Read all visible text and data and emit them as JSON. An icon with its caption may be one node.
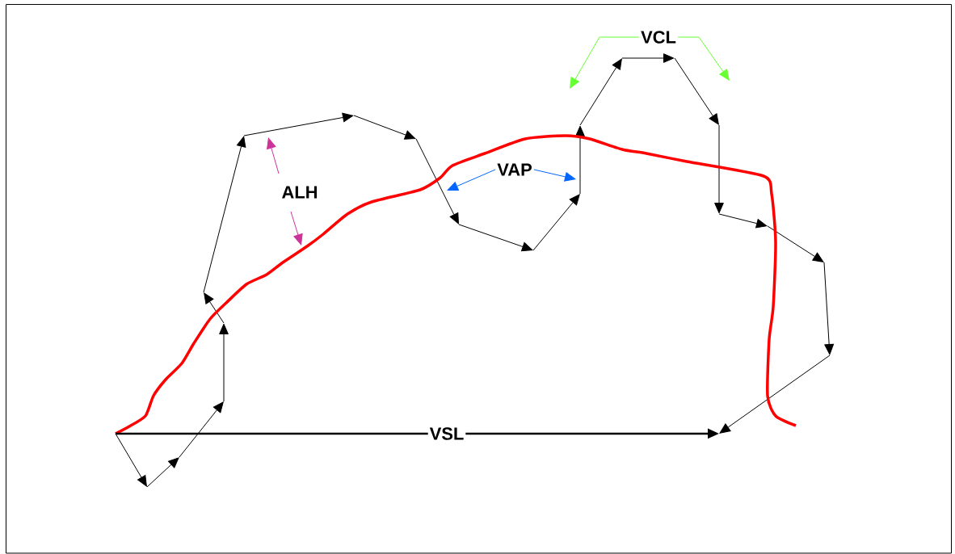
{
  "diagram": {
    "nodes": [
      {
        "text": [
          "VCL"
        ]
      },
      {
        "text": [
          "VAP"
        ]
      }
    ],
    "edges": [
      {
        "from": 0,
        "to": null,
        "arrow": "to",
        "color": "#66ff33"
      },
      {
        "from": 0,
        "to": null,
        "arrow": "to",
        "color": "#66ff33"
      },
      {
        "from": 1,
        "to": null,
        "arrow": "to",
        "color": "#0066ff"
      },
      {
        "from": 1,
        "to": null,
        "arrow": "to",
        "color": "#0066ff"
      }
    ],
    "labels": [
      "ALH",
      "VSL"
    ]
  }
}
